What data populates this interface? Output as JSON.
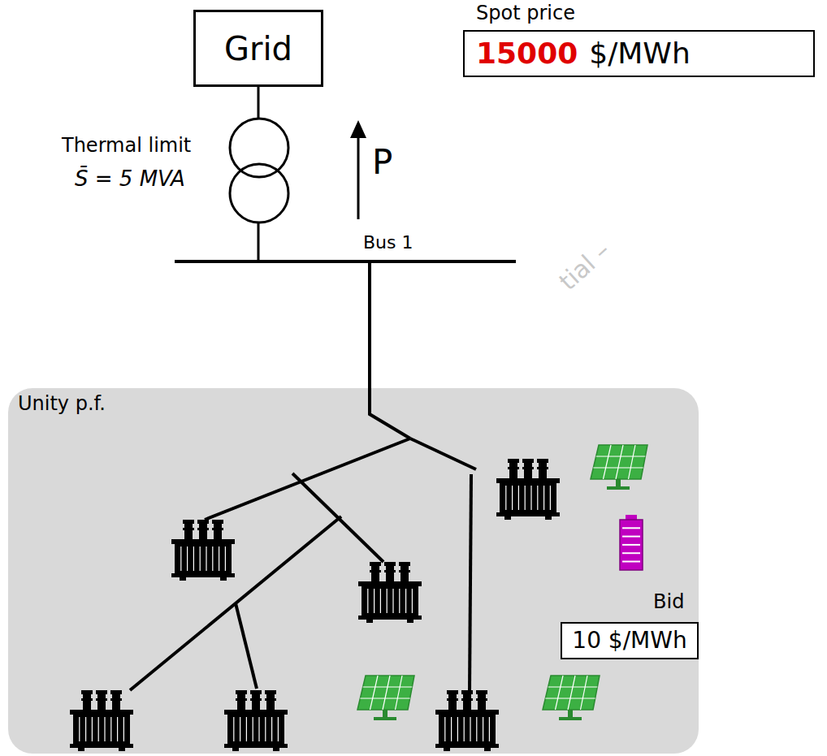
{
  "diagram": {
    "nodes": [
      {
        "text": [
          "Grid"
        ]
      },
      {
        "text": [
          "Spot price",
          "15000",
          "$/MWh"
        ]
      },
      {
        "text": [
          "Unity p.f."
        ]
      },
      {
        "text": [
          "Bid",
          "10 $/MWh"
        ],
        "in": 2
      }
    ],
    "labels": [
      "Thermal limit",
      "S̄ = 5 MVA",
      "P",
      "Bus 1",
      "tial –"
    ]
  }
}
